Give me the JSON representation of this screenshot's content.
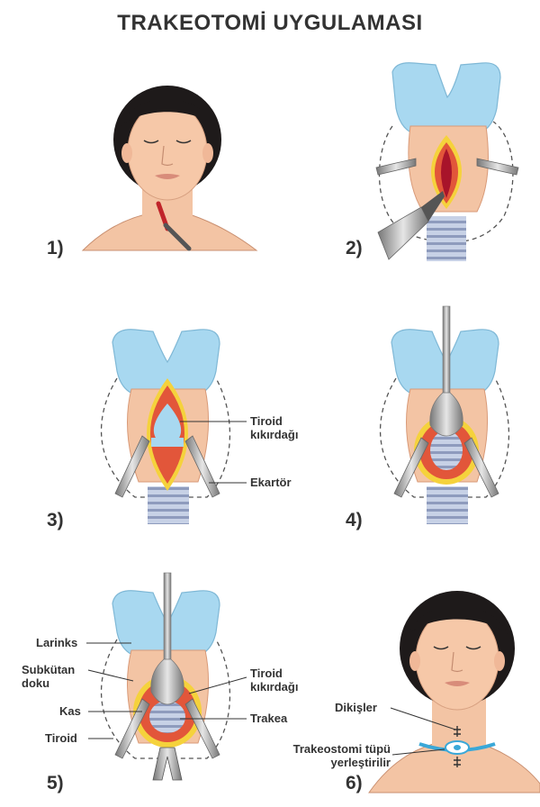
{
  "title": "TRAKEOTOMİ UYGULAMASI",
  "steps": [
    "1)",
    "2)",
    "3)",
    "4)",
    "5)",
    "6)"
  ],
  "labels": {
    "tiroid_kikirdagi_3": "Tiroid kıkırdağı",
    "ekartor": "Ekartör",
    "larinks": "Larinks",
    "subkutan_doku": "Subkütan doku",
    "kas": "Kas",
    "tiroid": "Tiroid",
    "tiroid_kikirdagi_5": "Tiroid kıkırdağı",
    "trakea": "Trakea",
    "dikisler": "Dikişler",
    "trakeostomi_tupu": "Trakeostomi tüpü yerleştirilir"
  },
  "colors": {
    "larynx": "#a8d8f0",
    "skin": "#f3c4a4",
    "wound": "#e2563a",
    "fat": "#f5d23c",
    "trachea": "#b8c4dc",
    "hair": "#1e1a1a",
    "metal": "#9a9a9a"
  }
}
